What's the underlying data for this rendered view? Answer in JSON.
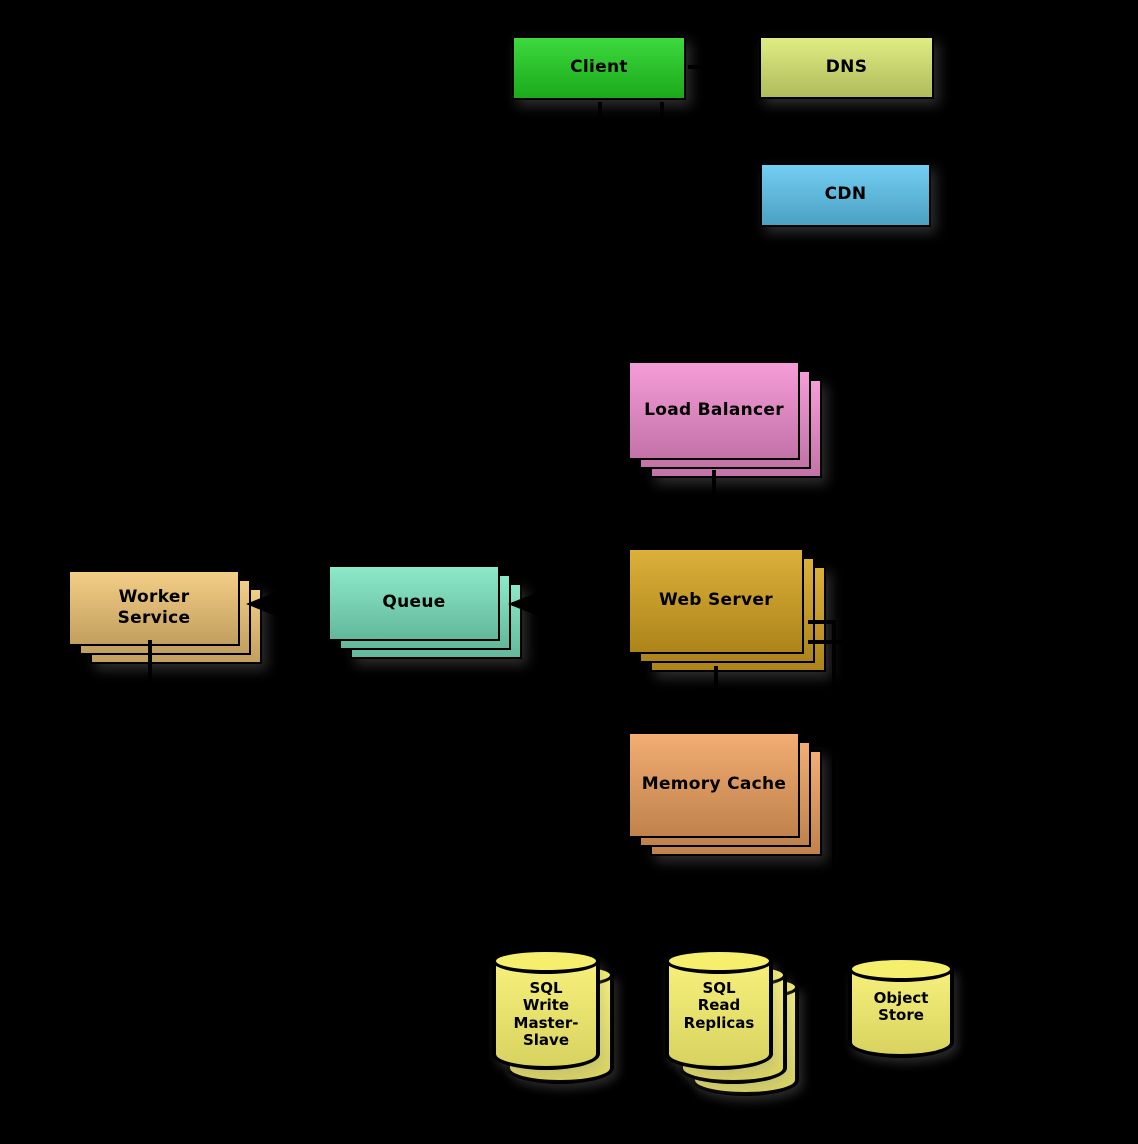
{
  "diagram": {
    "background_color": "#000000",
    "nodes": {
      "client": {
        "label": "Client",
        "color": "#22d422"
      },
      "dns": {
        "label": "DNS",
        "color": "#dcea72"
      },
      "cdn": {
        "label": "CDN",
        "color": "#5fc8f2"
      },
      "load_balancer": {
        "label": "Load Balancer",
        "color": "#f48fd2"
      },
      "web_server": {
        "label": "Web Server",
        "color": "#d7a51f"
      },
      "memory_cache": {
        "label": "Memory Cache",
        "color": "#f0a25f"
      },
      "worker_service": {
        "label": "Worker Service",
        "lines": [
          "Worker",
          "Service"
        ],
        "color": "#f2c776"
      },
      "queue": {
        "label": "Queue",
        "color": "#7ce6c2"
      },
      "sql_write": {
        "label": "SQL Write Master-Slave",
        "lines": [
          "SQL",
          "Write",
          "Master-",
          "Slave"
        ],
        "color": "#f6ef6d"
      },
      "sql_read": {
        "label": "SQL Read Replicas",
        "lines": [
          "SQL",
          "Read",
          "Replicas"
        ],
        "color": "#f6ef6d"
      },
      "object_store": {
        "label": "Object Store",
        "lines": [
          "Object",
          "Store"
        ],
        "color": "#f6ef6d"
      }
    },
    "edges": [
      {
        "from": "client",
        "to": "dns"
      },
      {
        "from": "client",
        "to": "cdn"
      },
      {
        "from": "client",
        "to": "load_balancer"
      },
      {
        "from": "load_balancer",
        "to": "web_server"
      },
      {
        "from": "web_server",
        "to": "memory_cache"
      },
      {
        "from": "web_server",
        "to": "queue"
      },
      {
        "from": "queue",
        "to": "worker_service"
      },
      {
        "from": "worker_service",
        "to": "sql_write"
      },
      {
        "from": "web_server",
        "to": "sql_write"
      },
      {
        "from": "web_server",
        "to": "sql_read"
      },
      {
        "from": "web_server",
        "to": "object_store"
      }
    ]
  }
}
